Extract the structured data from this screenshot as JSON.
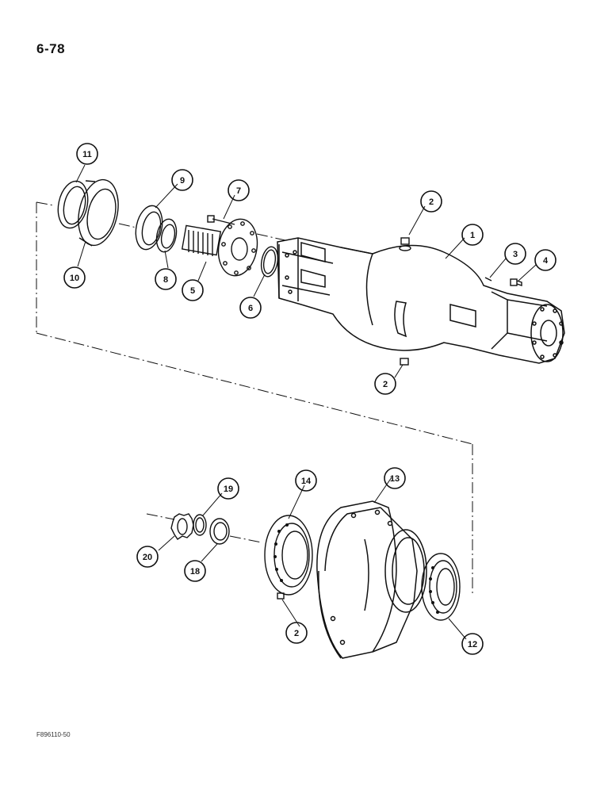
{
  "page_number": "6-78",
  "figure_code": "F896110-50",
  "callouts": [
    {
      "key": "c11",
      "label": "11"
    },
    {
      "key": "c10",
      "label": "10"
    },
    {
      "key": "c9",
      "label": "9"
    },
    {
      "key": "c8",
      "label": "8"
    },
    {
      "key": "c7",
      "label": "7"
    },
    {
      "key": "c5",
      "label": "5"
    },
    {
      "key": "c6",
      "label": "6"
    },
    {
      "key": "c2a",
      "label": "2"
    },
    {
      "key": "c1",
      "label": "1"
    },
    {
      "key": "c3",
      "label": "3"
    },
    {
      "key": "c4",
      "label": "4"
    },
    {
      "key": "c2b",
      "label": "2"
    },
    {
      "key": "c19",
      "label": "19"
    },
    {
      "key": "c14",
      "label": "14"
    },
    {
      "key": "c13",
      "label": "13"
    },
    {
      "key": "c20",
      "label": "20"
    },
    {
      "key": "c18",
      "label": "18"
    },
    {
      "key": "c2c",
      "label": "2"
    },
    {
      "key": "c12",
      "label": "12"
    }
  ]
}
